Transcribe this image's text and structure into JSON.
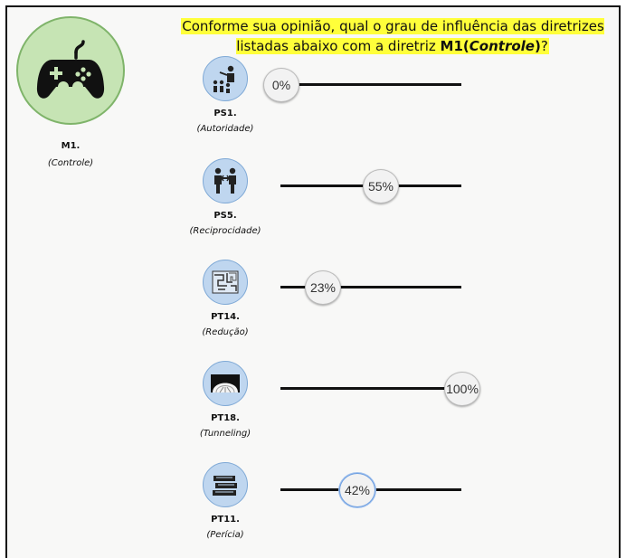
{
  "question": {
    "pre": "Conforme sua opinião, qual o grau de influência das diretrizes listadas abaixo com a diretriz ",
    "code": "M1(",
    "name": "Controle",
    "close": ")",
    "end": "?"
  },
  "main": {
    "code": "M1.",
    "name": "(Controle)",
    "icon": "gamepad-icon",
    "color": "#c6e4b4"
  },
  "items": [
    {
      "code": "PS1.",
      "name": "(Autoridade)",
      "value": 0,
      "label": "0%",
      "icon": "authority-icon"
    },
    {
      "code": "PS5.",
      "name": "(Reciprocidade)",
      "value": 55,
      "label": "55%",
      "icon": "reciprocity-icon"
    },
    {
      "code": "PT14.",
      "name": "(Redução)",
      "value": 23,
      "label": "23%",
      "icon": "maze-icon"
    },
    {
      "code": "PT18.",
      "name": "(Tunneling)",
      "value": 100,
      "label": "100%",
      "icon": "tunnel-icon"
    },
    {
      "code": "PT11.",
      "name": "(Perícia)",
      "value": 42,
      "label": "42%",
      "icon": "books-icon"
    }
  ],
  "colors": {
    "highlight": "#ffff3a",
    "item_circle": "#bfd6ef",
    "track": "#111111"
  }
}
